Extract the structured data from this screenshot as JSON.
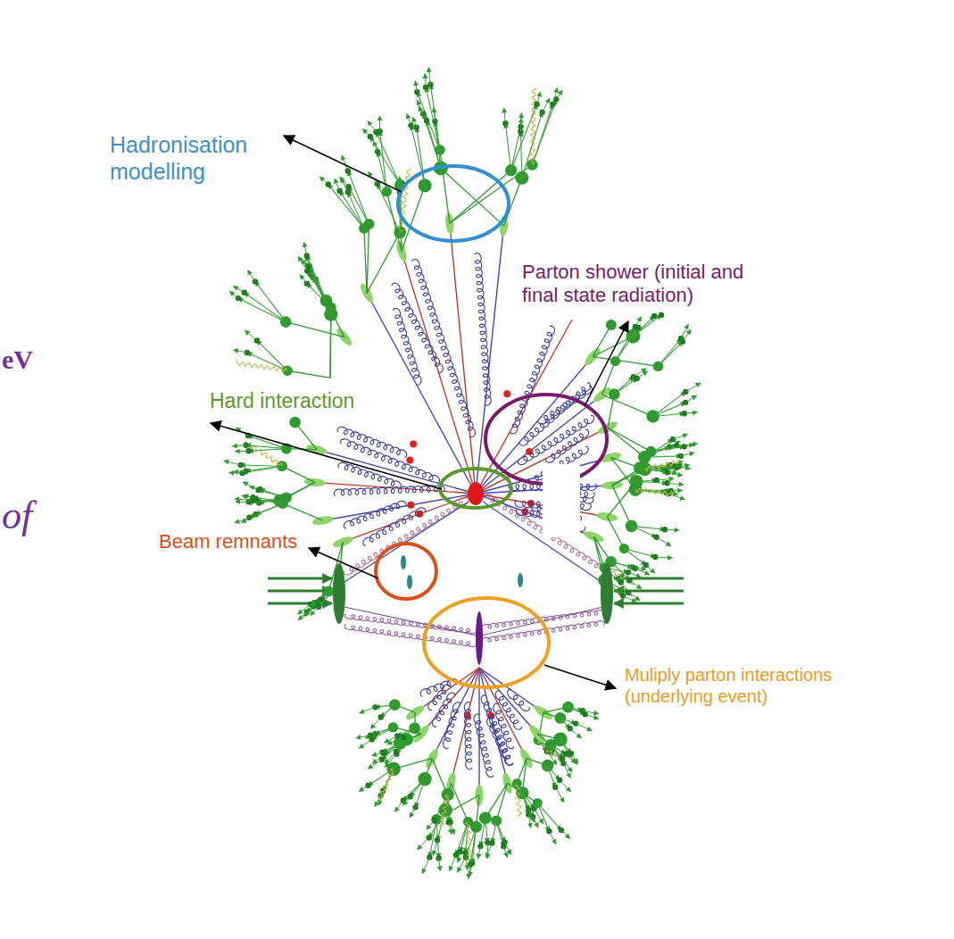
{
  "diagram": {
    "labels": [
      "Hadronisation modelling",
      "Parton shower (initial and final state radiation)",
      "eV",
      "Hard interaction",
      "of",
      "Beam remnants",
      "Muliply parton interactions (underlying event)"
    ]
  }
}
